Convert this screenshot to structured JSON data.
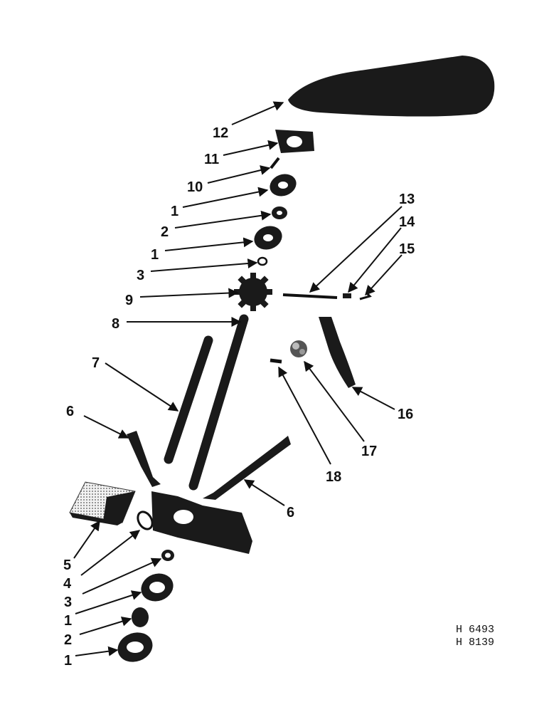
{
  "callouts": [
    "12",
    "11",
    "10",
    "1",
    "2",
    "1",
    "3",
    "9",
    "8",
    "7",
    "6",
    "5",
    "4",
    "3",
    "1",
    "2",
    "1",
    "13",
    "14",
    "15",
    "16",
    "17",
    "18",
    "6"
  ],
  "references": [
    "H 6493",
    "H 8139"
  ],
  "colors": {
    "ink": "#1a1a1a",
    "background": "#ffffff"
  }
}
